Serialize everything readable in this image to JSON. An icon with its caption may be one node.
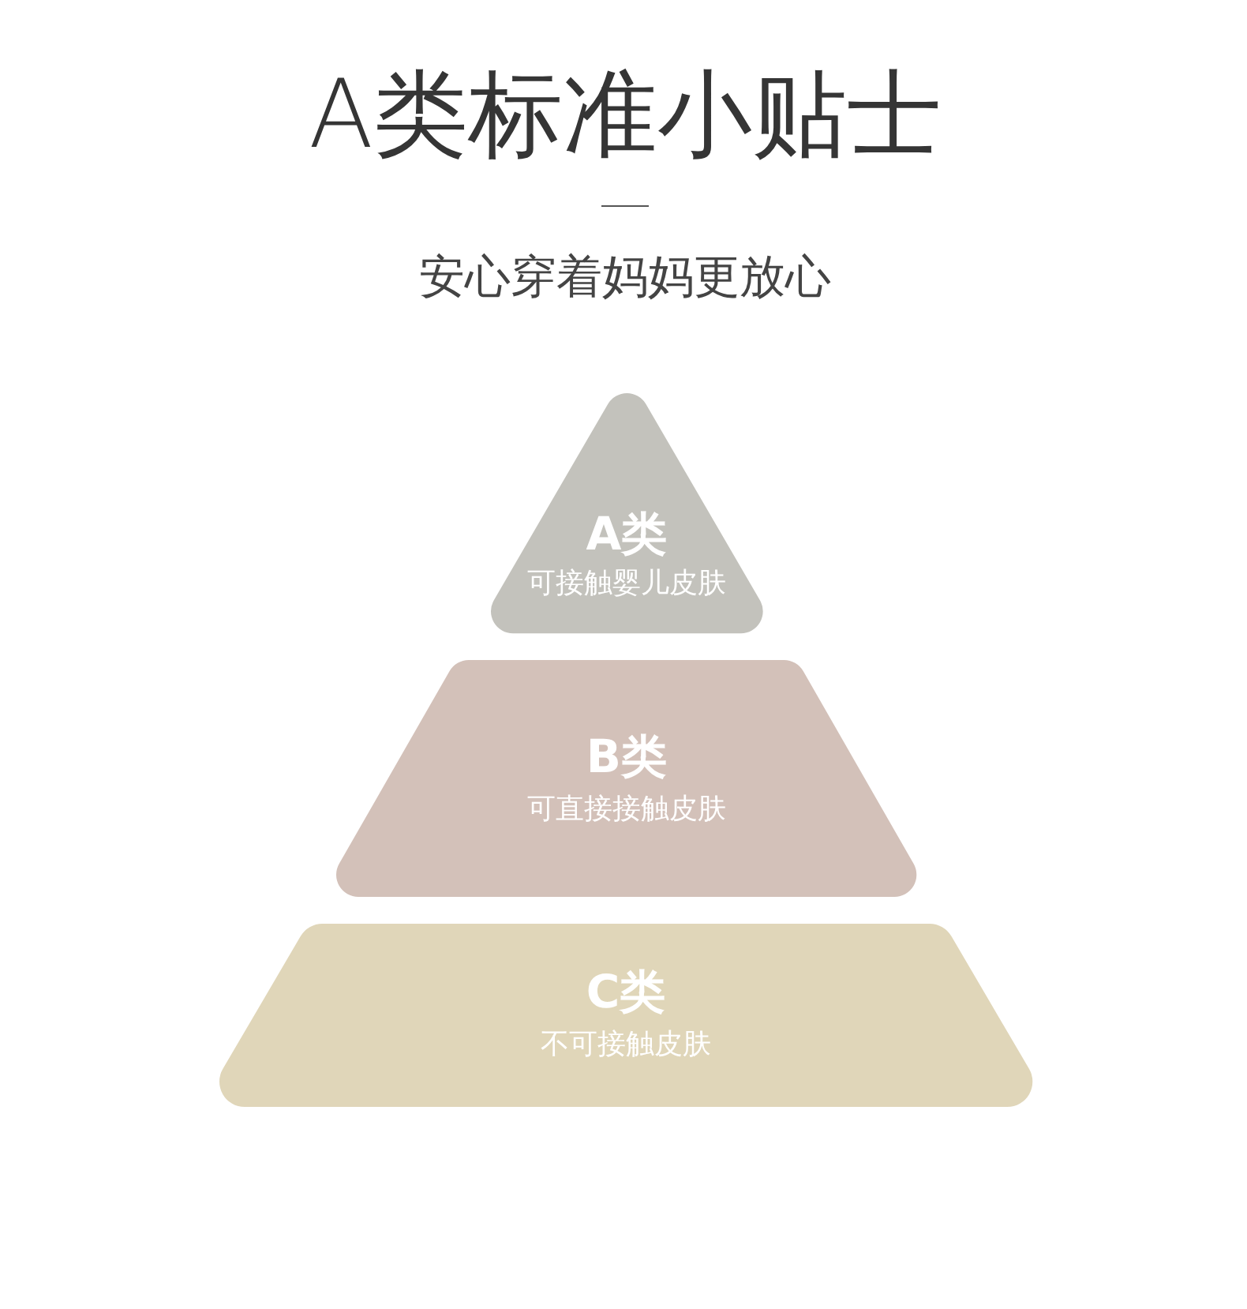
{
  "diagram": {
    "title": "A类标准小贴士",
    "nodes": [
      {
        "text": [
          "A类",
          "可接触婴儿皮肤"
        ]
      },
      {
        "text": [
          "B类",
          "可直接接触皮肤"
        ]
      },
      {
        "text": [
          "C类",
          "不可接触皮肤"
        ]
      }
    ],
    "labels": [
      "安心穿着妈妈更放心"
    ]
  }
}
